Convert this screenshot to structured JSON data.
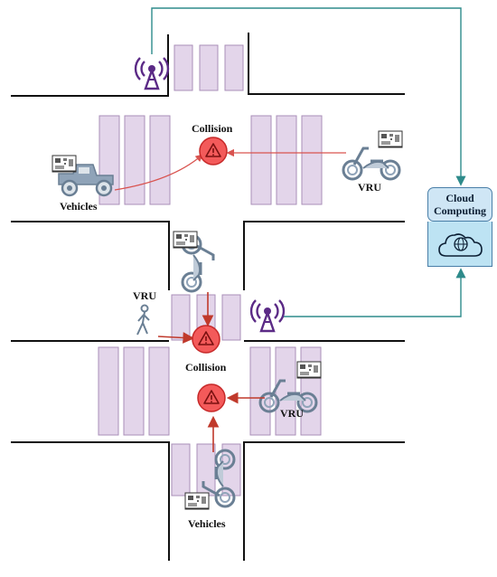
{
  "labels": {
    "collision_top": "Collision",
    "collision_mid": "Collision",
    "vehicles_top": "Vehicles",
    "vehicles_bottom": "Vehicles",
    "vru_top": "VRU",
    "vru_left": "VRU",
    "vru_right": "VRU"
  },
  "cloud": {
    "line1": "Cloud",
    "line2": "Computing"
  },
  "colors": {
    "crosswalk": "#e3d5ea",
    "crosswalk_border": "#a98fb8",
    "road_line": "#111111",
    "collision_fill": "#f35a5a",
    "collision_stroke": "#c62828",
    "arrow_red": "#c0392b",
    "arrow_thin": "#d9534f",
    "link_teal": "#2e8b8b",
    "antenna": "#5b2a86",
    "vehicle": "#8fa3b8",
    "vehicle_stroke": "#6a7f94",
    "cloud_box": "#cfe6f5"
  }
}
